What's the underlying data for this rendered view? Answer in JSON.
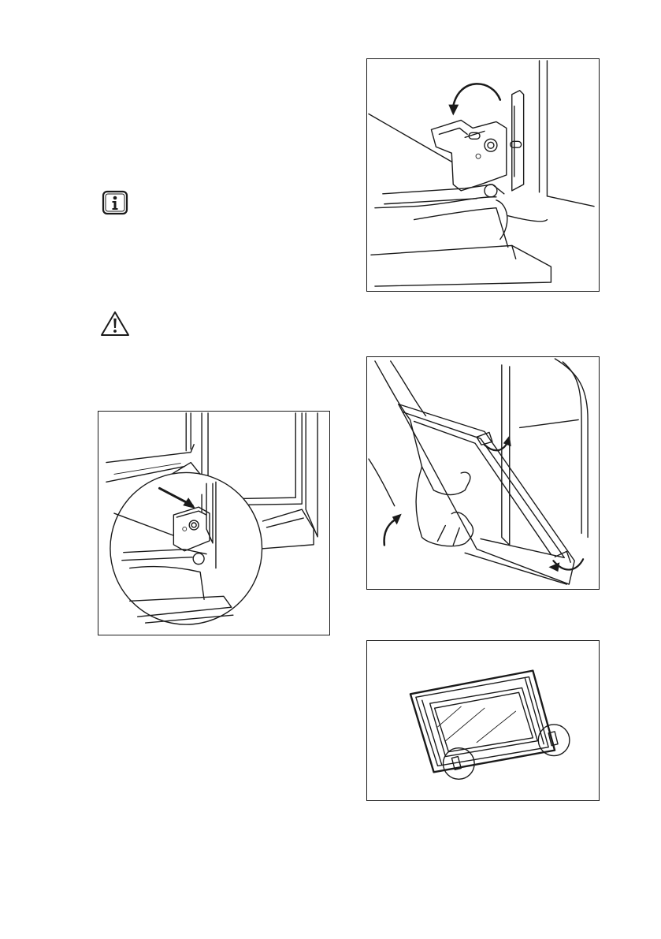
{
  "page": {
    "icons": [
      "info-icon",
      "warning-icon"
    ],
    "figures": [
      "hinge-lever-detail-illustration",
      "hinge-rotate-illustration",
      "door-lift-off-illustration",
      "door-glass-panel-illustration"
    ]
  }
}
